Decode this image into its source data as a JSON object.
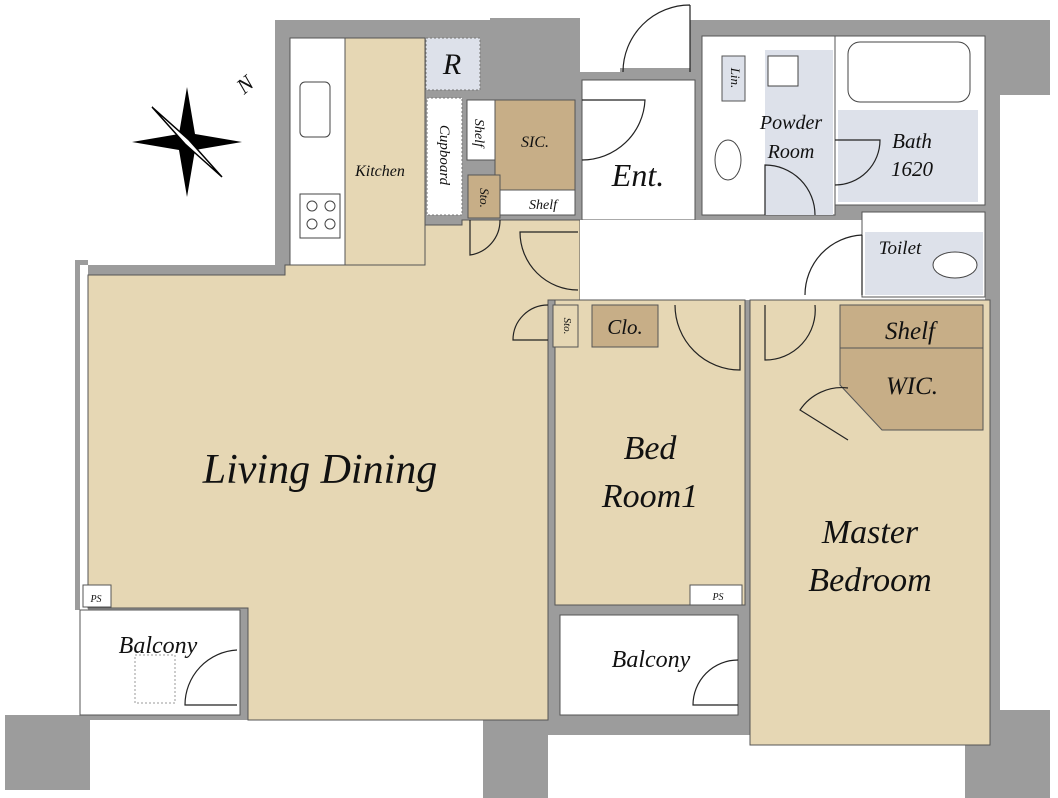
{
  "plan": {
    "compass": {
      "north_label": "N"
    },
    "rooms": {
      "living_dining": "Living Dining",
      "kitchen": "Kitchen",
      "refrigerator": "R",
      "cupboard": "Cupboard",
      "shelf_1": "Shelf",
      "sic": "SIC.",
      "storage_1": "Sto.",
      "shelf_2": "Shelf",
      "entrance": "Ent.",
      "linen": "Lin.",
      "powder_room_1": "Powder",
      "powder_room_2": "Room",
      "bath_1": "Bath",
      "bath_2": "1620",
      "toilet": "Toilet",
      "storage_2": "Sto.",
      "closet": "Clo.",
      "bedroom1_1": "Bed",
      "bedroom1_2": "Room1",
      "wic_shelf": "Shelf",
      "wic": "WIC.",
      "master_1": "Master",
      "master_2": "Bedroom",
      "ps_1": "PS",
      "ps_2": "PS",
      "balcony_1": "Balcony",
      "balcony_2": "Balcony"
    },
    "colors": {
      "floor": "#e6d7b4",
      "wall": "#9c9c9c",
      "storage": "#c7ae87",
      "wet": "#dde1ea"
    }
  }
}
